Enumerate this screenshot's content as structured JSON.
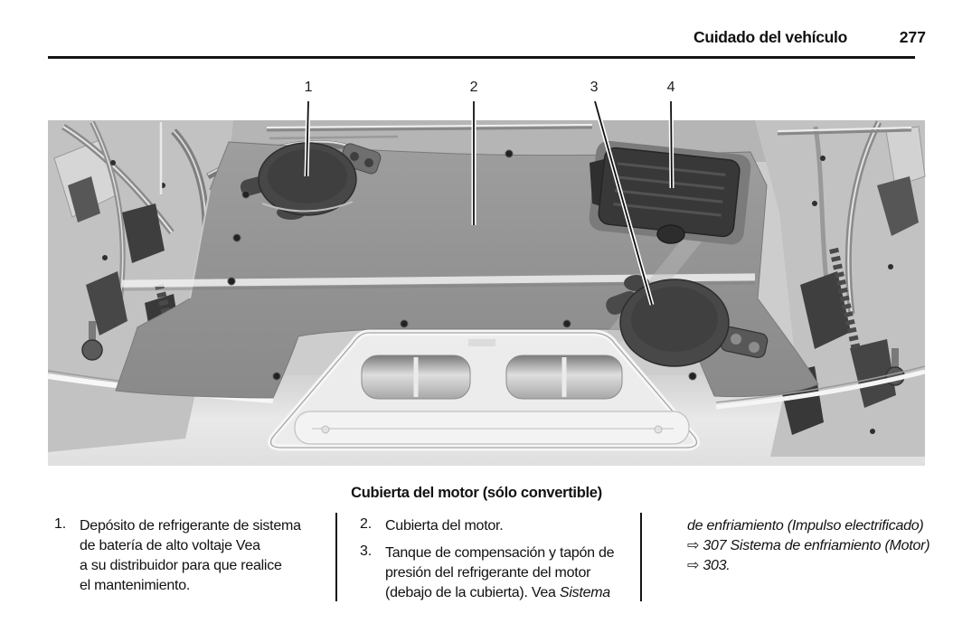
{
  "colors": {
    "ink": "#111111",
    "figure_background": "#cdcdcd",
    "cover_gray": "#929292",
    "cap_dark": "#474747"
  },
  "header": {
    "title": "Cuidado del vehículo",
    "page_number": "277"
  },
  "figure": {
    "callouts": [
      "1",
      "2",
      "3",
      "4"
    ],
    "caption": "Cubierta del motor (sólo convertible)"
  },
  "legend": {
    "items": [
      {
        "num": "1.",
        "lines": [
          "Depósito de refrigerante de sistema",
          "de batería de alto voltaje Vea",
          "a su distribuidor para que realice",
          "el mantenimiento."
        ]
      },
      {
        "num": "2.",
        "lines": [
          "Cubierta del motor."
        ]
      },
      {
        "num": "3.",
        "lines": [
          "Tanque de compensación y tapón de",
          "presión del refrigerante del motor"
        ],
        "last_line_regular": "(debajo de la cubierta). Vea ",
        "last_line_italic": "Sistema"
      }
    ],
    "continuation": {
      "lines": [
        "de enfriamiento (Impulso electrificado)",
        "⇨ 307 Sistema de enfriamiento (Motor)",
        "⇨ 303."
      ]
    }
  }
}
